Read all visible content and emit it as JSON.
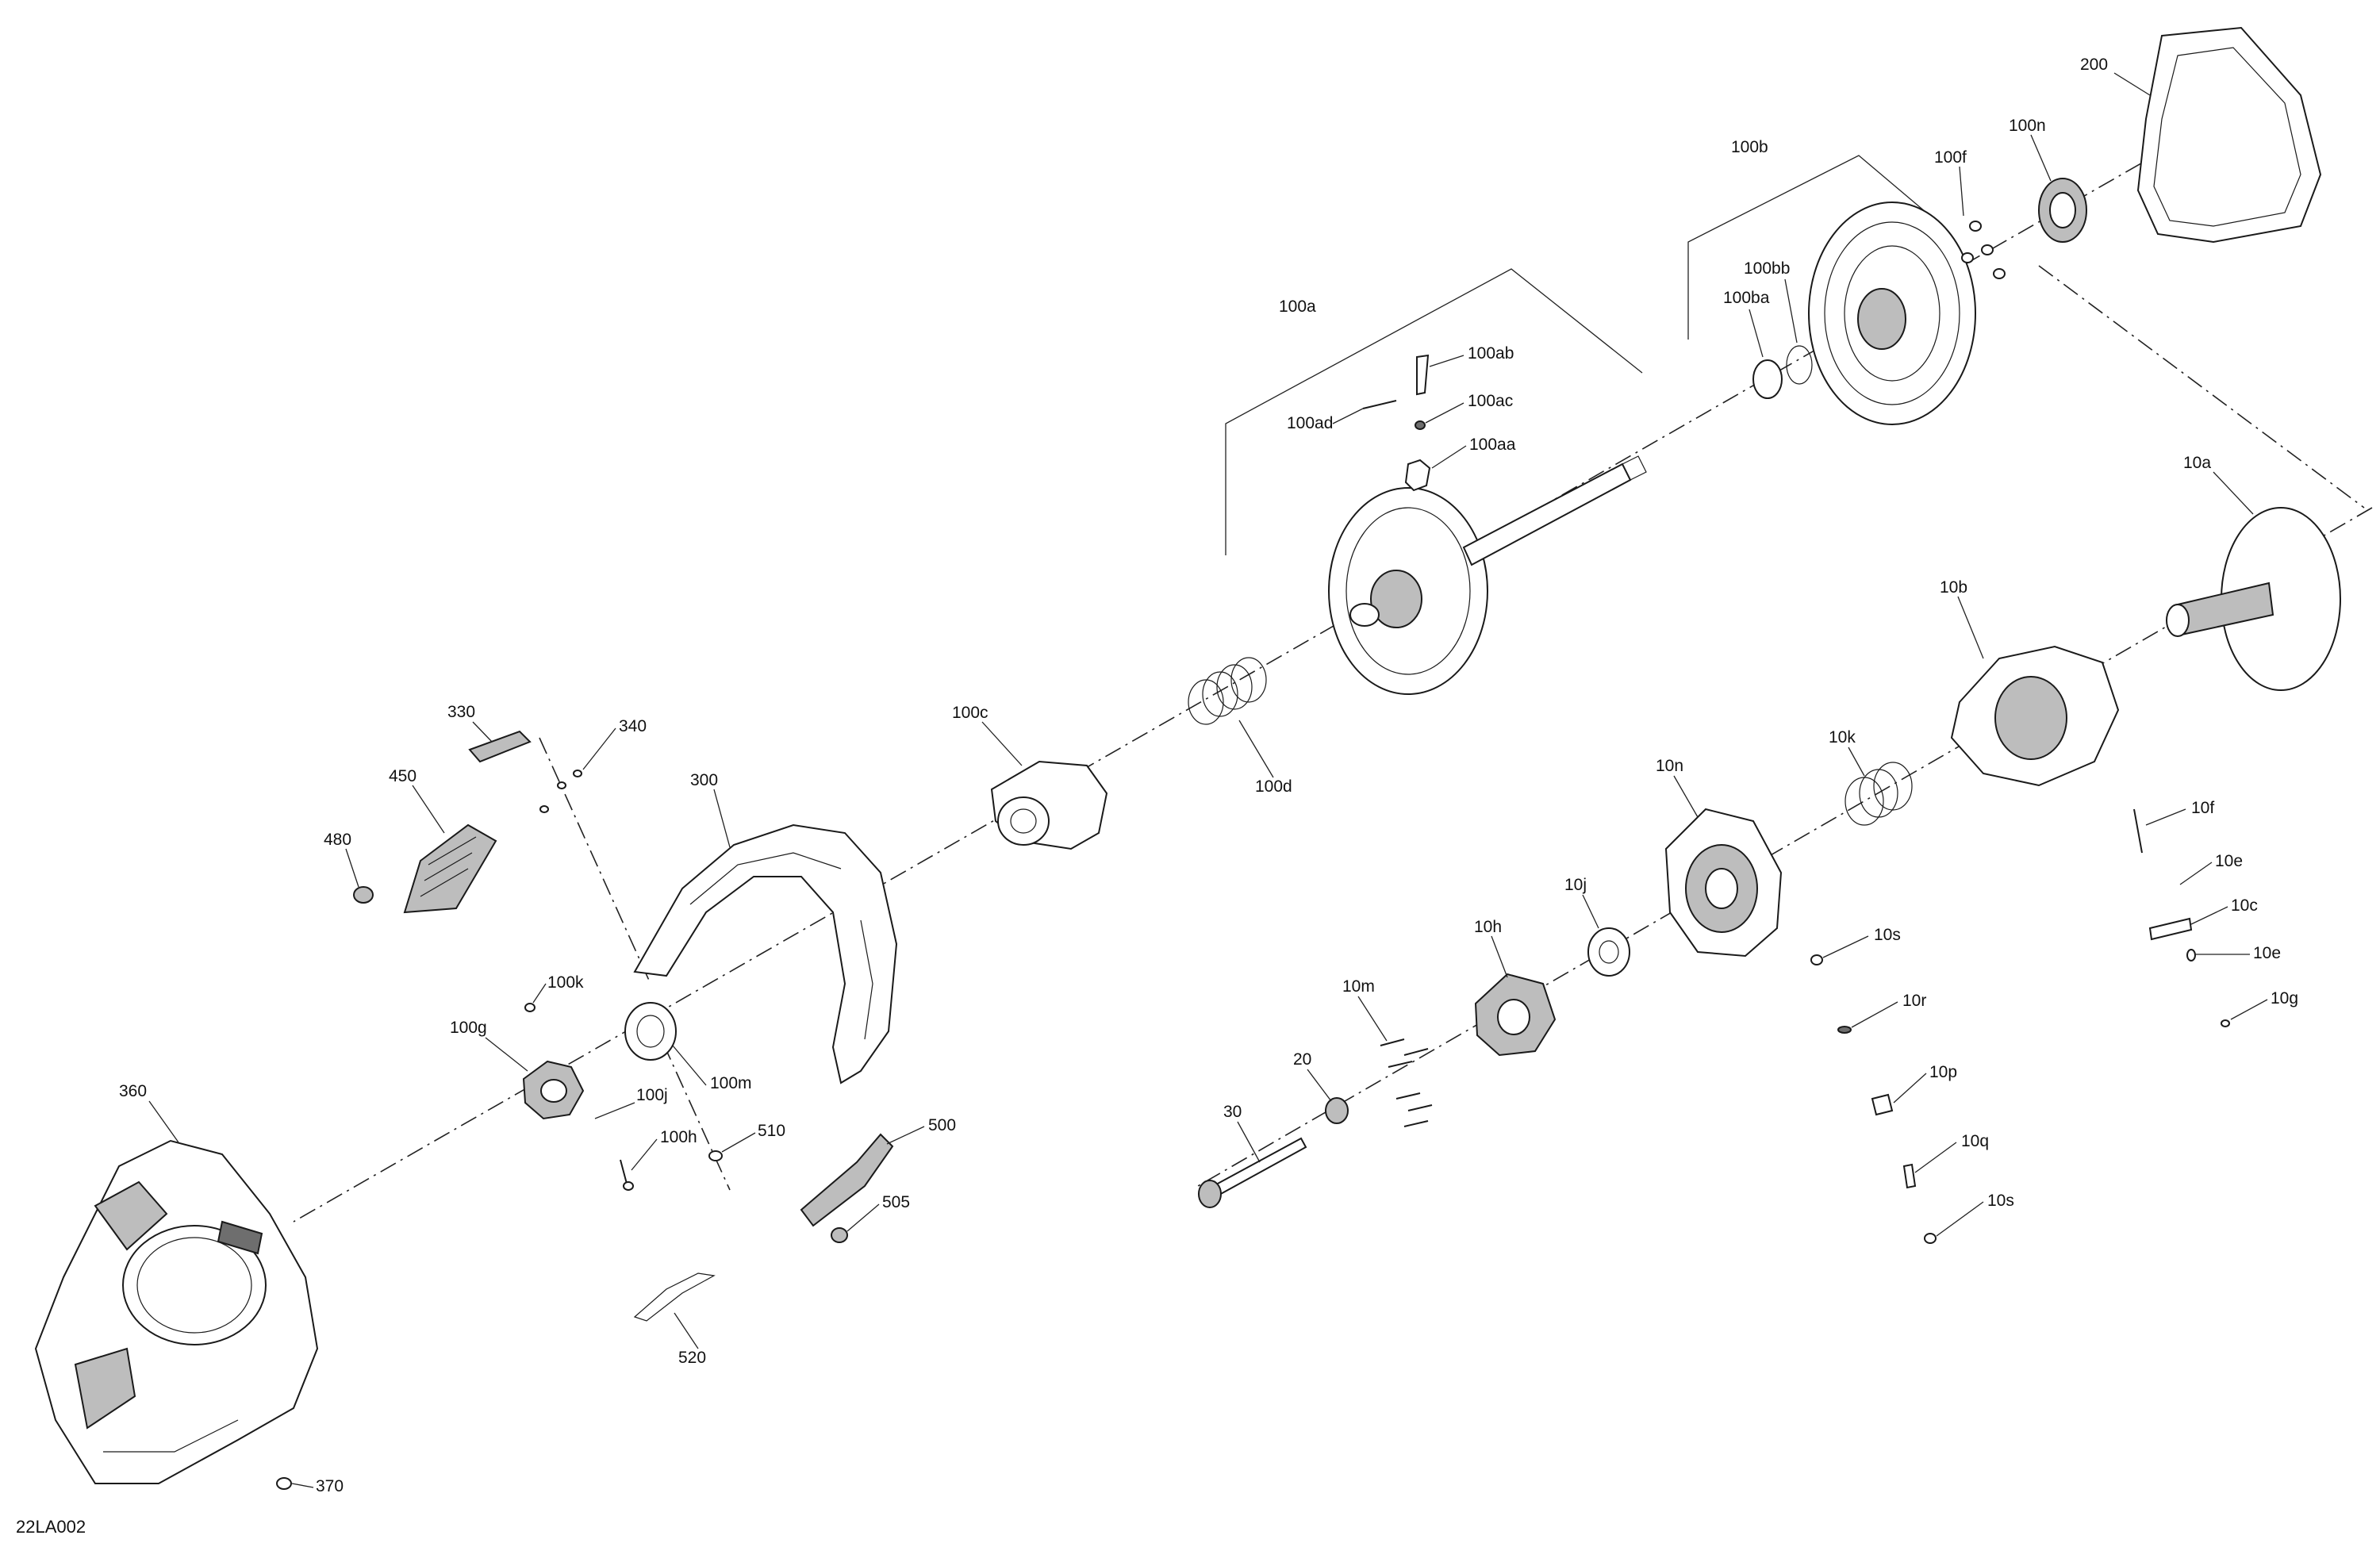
{
  "figure_code": "22LA002",
  "parts": [
    {
      "id": "200"
    },
    {
      "id": "100n"
    },
    {
      "id": "100f"
    },
    {
      "id": "100b"
    },
    {
      "id": "100bb"
    },
    {
      "id": "100ba"
    },
    {
      "id": "100a"
    },
    {
      "id": "100ab"
    },
    {
      "id": "100ac"
    },
    {
      "id": "100ad"
    },
    {
      "id": "100aa"
    },
    {
      "id": "10a"
    },
    {
      "id": "10b"
    },
    {
      "id": "10k"
    },
    {
      "id": "10n"
    },
    {
      "id": "10f"
    },
    {
      "id": "10e"
    },
    {
      "id": "10c"
    },
    {
      "id": "10g"
    },
    {
      "id": "10s"
    },
    {
      "id": "10r"
    },
    {
      "id": "10p"
    },
    {
      "id": "10q"
    },
    {
      "id": "10j"
    },
    {
      "id": "10h"
    },
    {
      "id": "10m"
    },
    {
      "id": "20"
    },
    {
      "id": "30"
    },
    {
      "id": "100c"
    },
    {
      "id": "100d"
    },
    {
      "id": "330"
    },
    {
      "id": "340"
    },
    {
      "id": "450"
    },
    {
      "id": "480"
    },
    {
      "id": "300"
    },
    {
      "id": "100k"
    },
    {
      "id": "100g"
    },
    {
      "id": "100m"
    },
    {
      "id": "100j"
    },
    {
      "id": "100h"
    },
    {
      "id": "510"
    },
    {
      "id": "500"
    },
    {
      "id": "505"
    },
    {
      "id": "520"
    },
    {
      "id": "360"
    },
    {
      "id": "370"
    }
  ],
  "lower_labels": [
    "10e",
    "10s"
  ]
}
